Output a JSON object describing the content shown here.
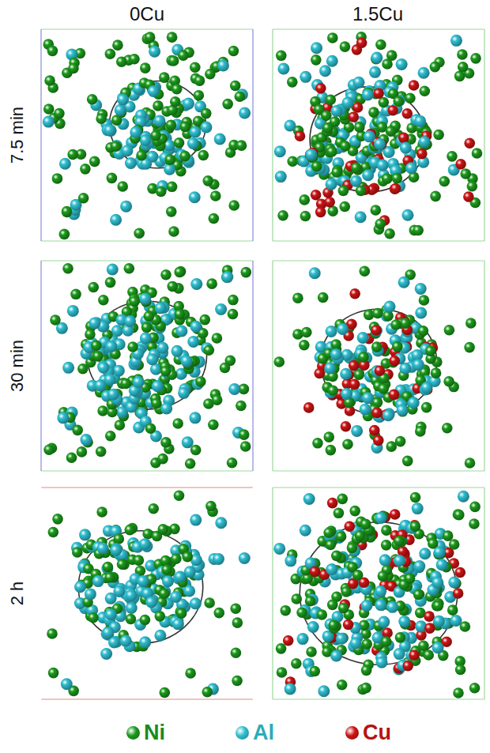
{
  "diagram": {
    "labels": [
      "0Cu",
      "1.5Cu",
      "7.5 min",
      "30 min",
      "2 h"
    ],
    "legend": [
      {
        "text": "Ni",
        "color": "#1c9a1c"
      },
      {
        "text": "Al",
        "color": "#2fbfd0"
      },
      {
        "text": "Cu",
        "color": "#cc1414"
      }
    ]
  }
}
